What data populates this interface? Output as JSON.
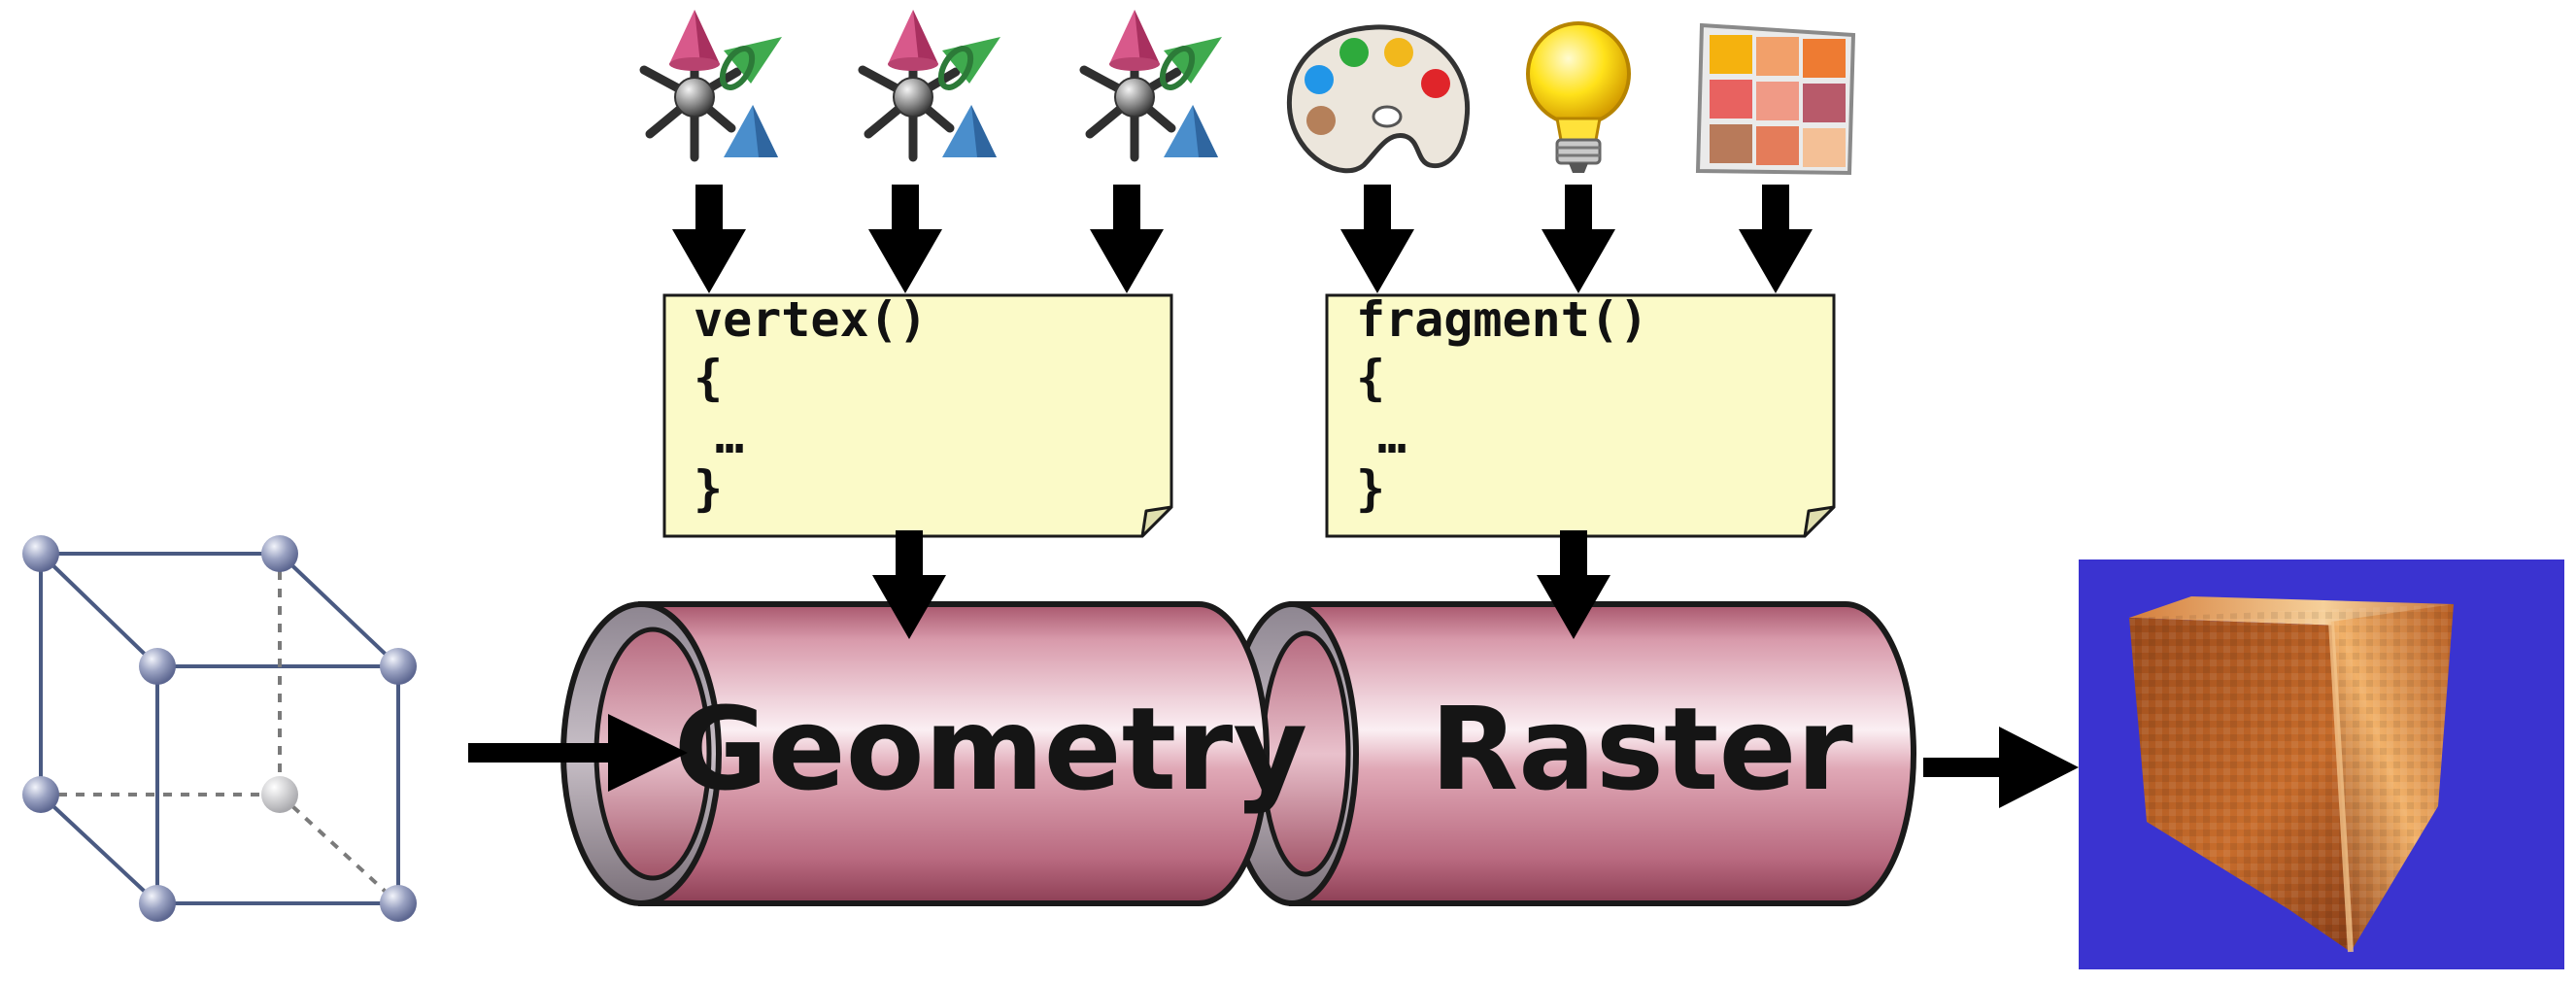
{
  "vertex_shader": {
    "line1": "vertex()",
    "line2": "{",
    "line3": "…",
    "line4": "}"
  },
  "fragment_shader": {
    "line1": "fragment()",
    "line2": "{",
    "line3": "…",
    "line4": "}"
  },
  "pipeline": {
    "stage1": "Geometry",
    "stage2": "Raster"
  },
  "icons": [
    "transform-gizmo-icon",
    "transform-gizmo-icon",
    "transform-gizmo-icon",
    "paint-palette-icon",
    "light-bulb-icon",
    "color-swatches-icon"
  ],
  "colors": {
    "note_fill": "#fbfac8",
    "pipe_fill": "#d0869a",
    "output_background": "#3a33d0",
    "cube_line": "#4a5a82"
  }
}
